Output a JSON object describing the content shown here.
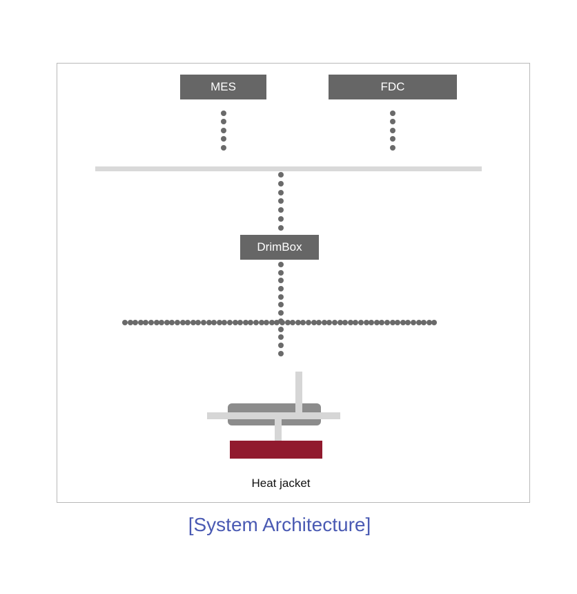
{
  "nodes": {
    "mes": "MES",
    "fdc": "FDC",
    "drimbox": "DrimBox"
  },
  "device_label": "Heat jacket",
  "caption": "[System Architecture]",
  "colors": {
    "node_fill": "#666666",
    "connector_dots": "#6a6a6a",
    "bus": "#d9d9d9",
    "heater": "#911a2e",
    "caption": "#4a5ab3"
  }
}
